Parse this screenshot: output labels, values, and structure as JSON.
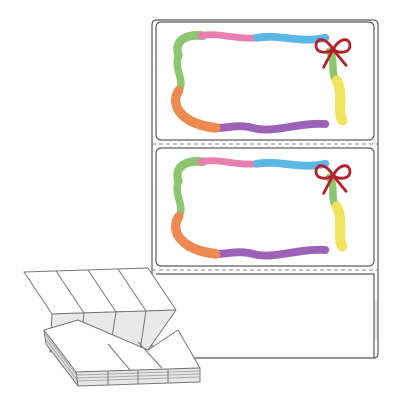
{
  "colors": {
    "background": "#ffffff",
    "label_outline": "#5a5a5a",
    "perforation": "#8a8a8a",
    "ribbon_green": "#8cc66f",
    "ribbon_pink": "#e87fb0",
    "ribbon_blue": "#5bb8e6",
    "ribbon_yellow": "#f1e35b",
    "ribbon_purple": "#9b62b7",
    "ribbon_orange": "#ec8a50",
    "bow_red": "#b3212c",
    "stack_face": "#ececec",
    "stack_edge": "#777777"
  },
  "labels": [
    {
      "design": "ribbon-frame-with-bow"
    },
    {
      "design": "ribbon-frame-with-bow"
    },
    {
      "design": "blank"
    }
  ],
  "fanfold_stack": {
    "columns": 4,
    "folds": 2
  }
}
